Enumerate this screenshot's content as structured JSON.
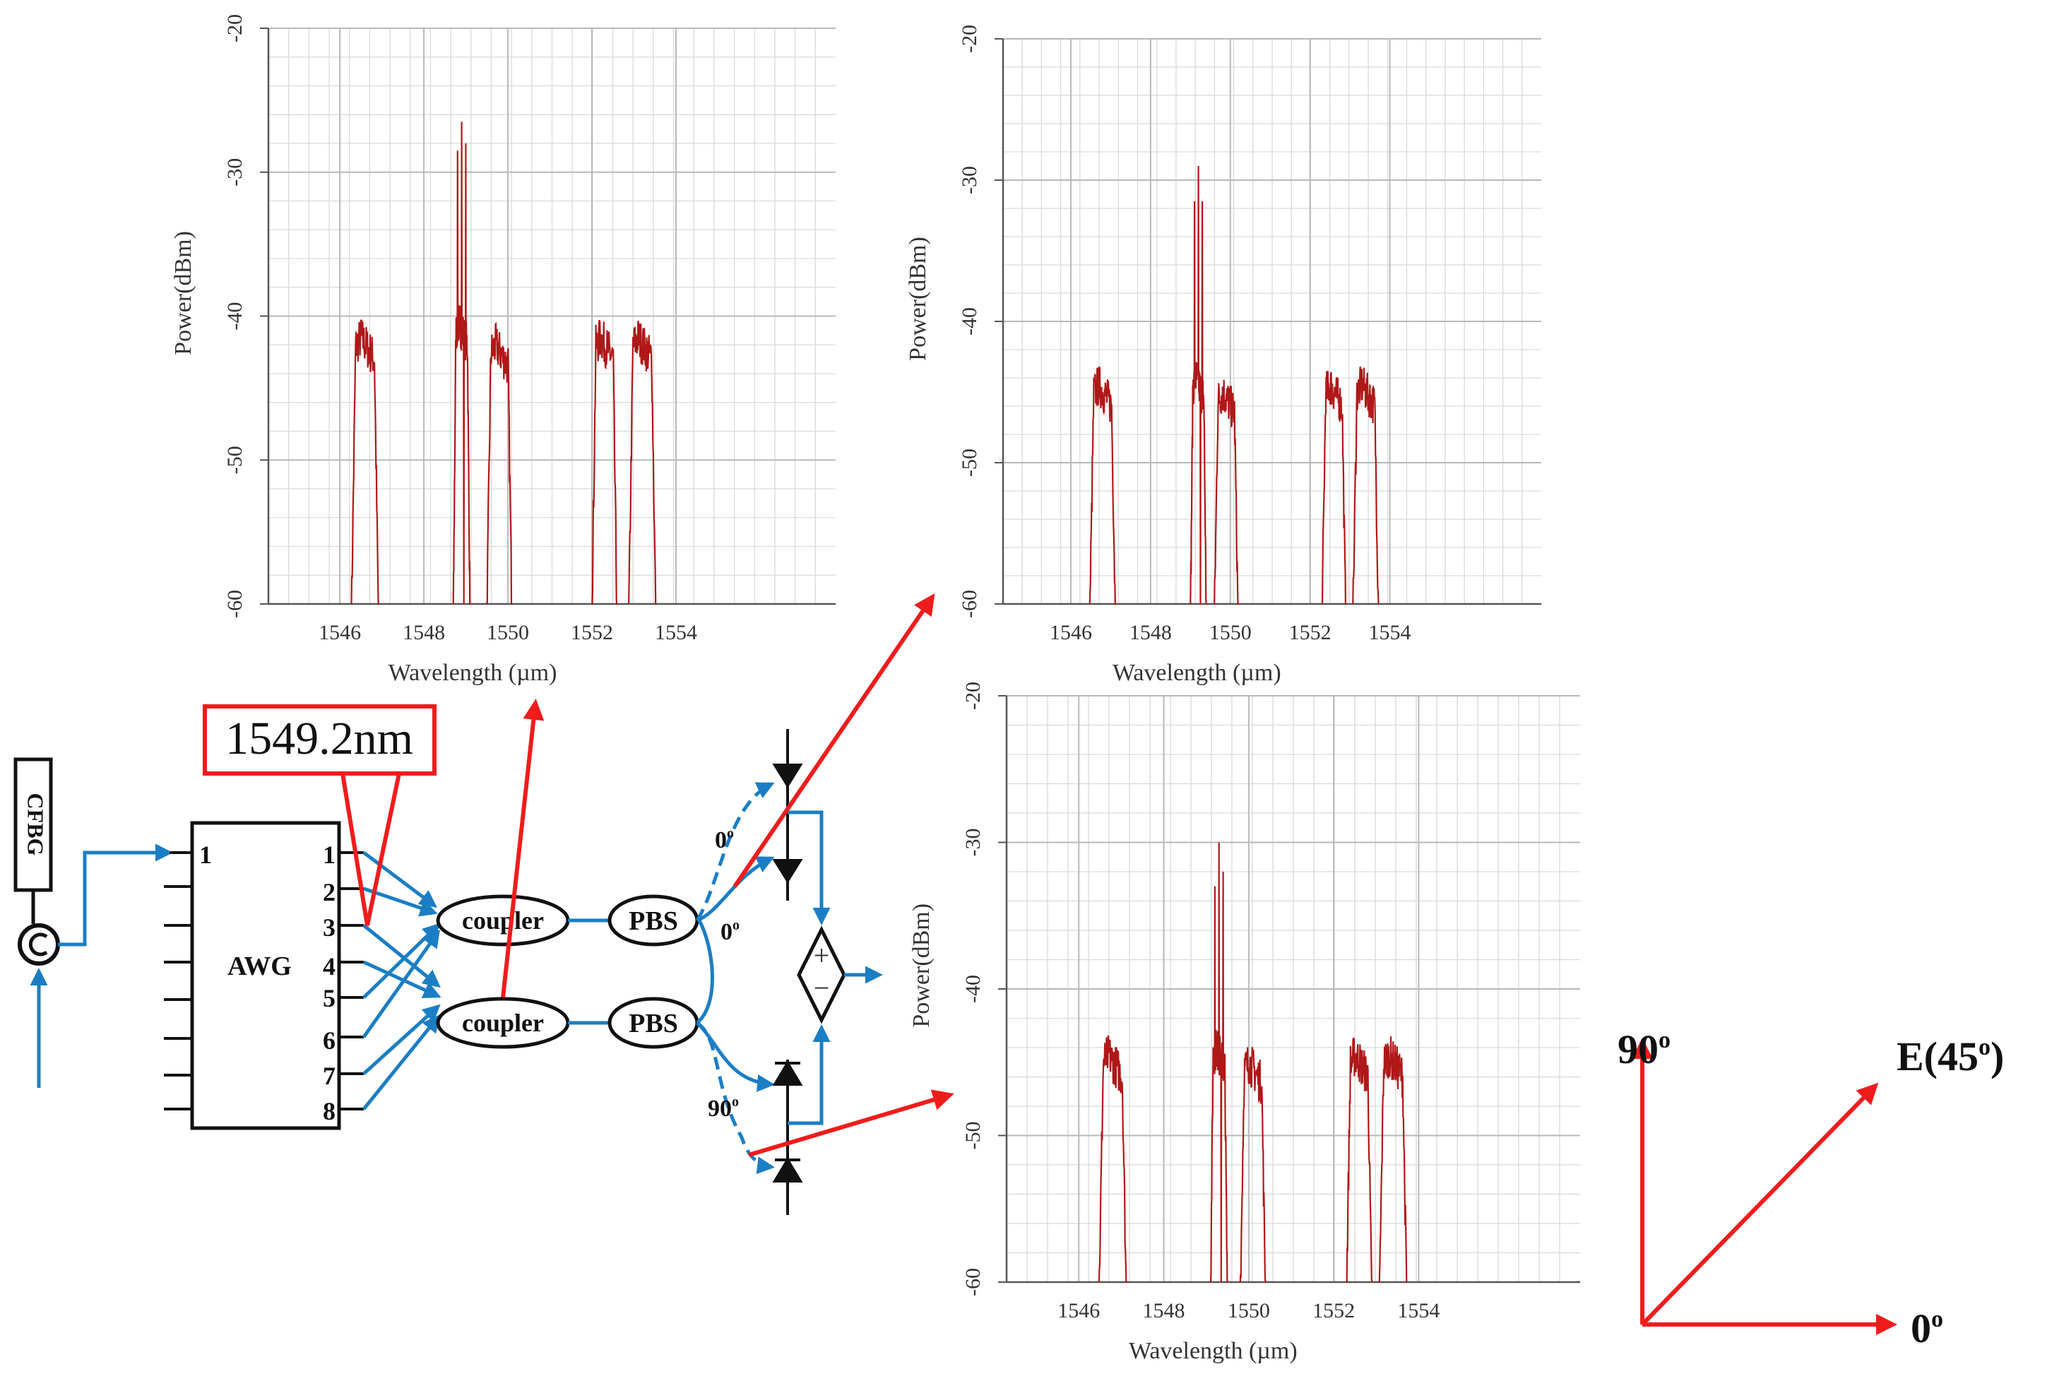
{
  "chart_data": [
    {
      "type": "line",
      "xlabel": "Wavelength (µm)",
      "ylabel": "Power(dBm)",
      "xlim": [
        1544.3,
        1557.8
      ],
      "ylim": [
        -60,
        -20
      ],
      "xticks": [
        1546,
        1548,
        1550,
        1552,
        1554
      ],
      "yticks": [
        -20,
        -30,
        -40,
        -50,
        -60
      ],
      "grid": true,
      "peaks": [
        {
          "center": 1546.6,
          "width": 0.65,
          "level": -41.5
        },
        {
          "center": 1548.9,
          "width": 0.4,
          "level": -40.5,
          "spikes": [
            -28.5,
            -26.5,
            -28
          ]
        },
        {
          "center": 1549.8,
          "width": 0.6,
          "level": -42
        },
        {
          "center": 1552.3,
          "width": 0.6,
          "level": -41.5
        },
        {
          "center": 1553.2,
          "width": 0.65,
          "level": -41.5
        }
      ]
    },
    {
      "type": "line",
      "xlabel": "Wavelength (µm)",
      "ylabel": "Power(dBm)",
      "xlim": [
        1544.3,
        1557.8
      ],
      "ylim": [
        -60,
        -20
      ],
      "xticks": [
        1546,
        1548,
        1550,
        1552,
        1554
      ],
      "yticks": [
        -20,
        -30,
        -40,
        -50,
        -60
      ],
      "grid": true,
      "peaks": [
        {
          "center": 1546.8,
          "width": 0.65,
          "level": -44.5
        },
        {
          "center": 1549.2,
          "width": 0.4,
          "level": -44,
          "spikes": [
            -31.5,
            -29,
            -31.5
          ]
        },
        {
          "center": 1549.9,
          "width": 0.6,
          "level": -45
        },
        {
          "center": 1552.6,
          "width": 0.6,
          "level": -44.5
        },
        {
          "center": 1553.4,
          "width": 0.65,
          "level": -44.5
        }
      ]
    },
    {
      "type": "line",
      "xlabel": "Wavelength (µm)",
      "ylabel": "Power(dBm)",
      "xlim": [
        1544.3,
        1557.8
      ],
      "ylim": [
        -60,
        -20
      ],
      "xticks": [
        1546,
        1548,
        1550,
        1552,
        1554
      ],
      "yticks": [
        -20,
        -30,
        -40,
        -50,
        -60
      ],
      "grid": true,
      "peaks": [
        {
          "center": 1546.8,
          "width": 0.65,
          "level": -44.5
        },
        {
          "center": 1549.3,
          "width": 0.4,
          "level": -44,
          "spikes": [
            -33,
            -30,
            -32
          ]
        },
        {
          "center": 1550.1,
          "width": 0.6,
          "level": -45
        },
        {
          "center": 1552.6,
          "width": 0.6,
          "level": -44.5
        },
        {
          "center": 1553.4,
          "width": 0.65,
          "level": -44.5
        }
      ]
    }
  ],
  "diagram": {
    "cfbg_label": "CFBG",
    "awg_label": "AWG",
    "awg_input_label": "1",
    "awg_outputs": [
      "1",
      "2",
      "3",
      "4",
      "5",
      "6",
      "7",
      "8"
    ],
    "callout": "1549.2nm",
    "coupler_top": "coupler",
    "coupler_bottom": "coupler",
    "pbs_top": "PBS",
    "pbs_bottom": "PBS",
    "angle_top_a": "0",
    "angle_top_b": "0",
    "angle_bottom": "90",
    "angle_sup": "o",
    "sum_plus": "+",
    "sum_minus": "−"
  },
  "polarization": {
    "y_label": "90",
    "x_label": "0",
    "diag_label_pre": "E(45",
    "diag_label_post": ")",
    "sup": "o"
  },
  "colors": {
    "wire": "#1b7ec4",
    "arrow": "#ef1c1c",
    "spectrum": "#b01818"
  }
}
